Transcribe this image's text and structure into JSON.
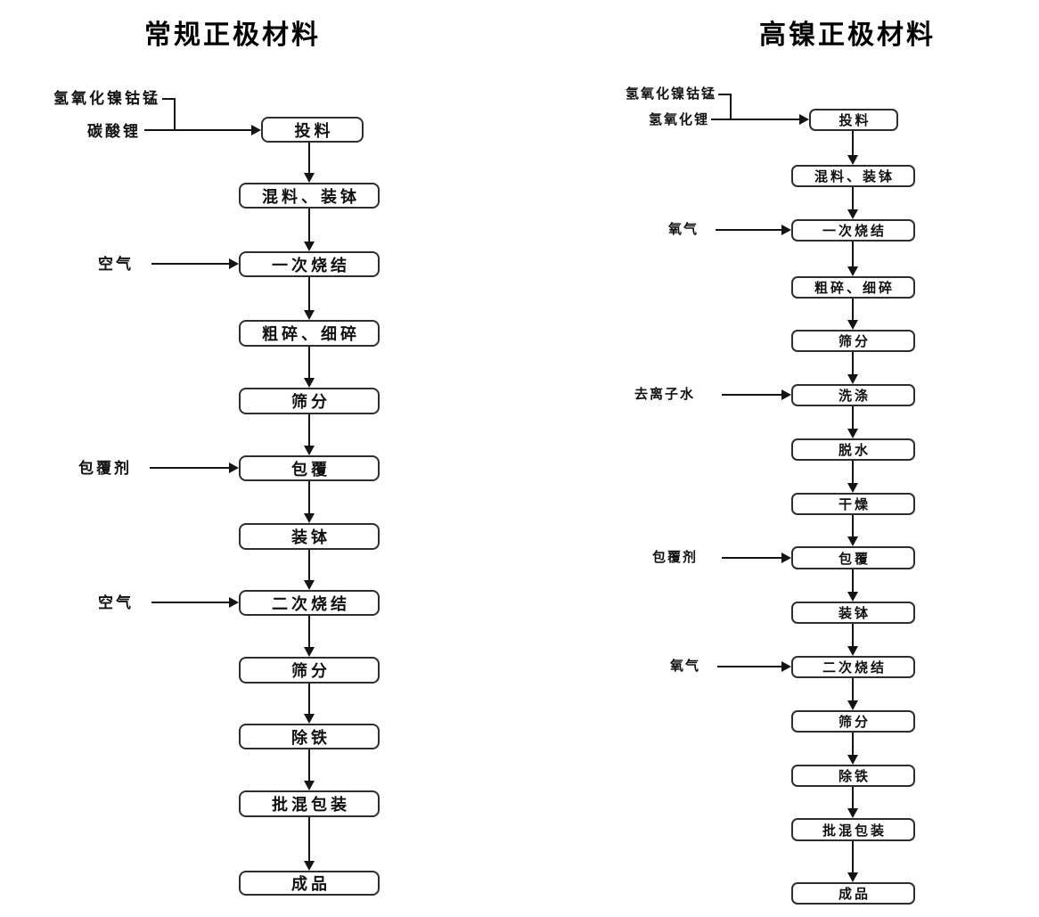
{
  "left": {
    "title": "常规正极材料",
    "inputs": [
      "氢氧化镍钴锰",
      "碳酸锂"
    ],
    "steps": [
      "投料",
      "混料、装钵",
      "一次烧结",
      "粗碎、细碎",
      "筛分",
      "包覆",
      "装钵",
      "二次烧结",
      "筛分",
      "除铁",
      "批混包装",
      "成品"
    ],
    "side_inputs": [
      "空气",
      "包覆剂",
      "空气"
    ]
  },
  "right": {
    "title": "高镍正极材料",
    "inputs": [
      "氢氧化镍钴锰",
      "氢氧化锂"
    ],
    "steps": [
      "投料",
      "混料、装钵",
      "一次烧结",
      "粗碎、细碎",
      "筛分",
      "洗涤",
      "脱水",
      "干燥",
      "包覆",
      "装钵",
      "二次烧结",
      "筛分",
      "除铁",
      "批混包装",
      "成品"
    ],
    "side_inputs": [
      "氧气",
      "去离子水",
      "包覆剂",
      "氧气"
    ]
  },
  "colors": {
    "ink": "#141414",
    "box_border": "#2e2e2e",
    "background": "#ffffff"
  }
}
